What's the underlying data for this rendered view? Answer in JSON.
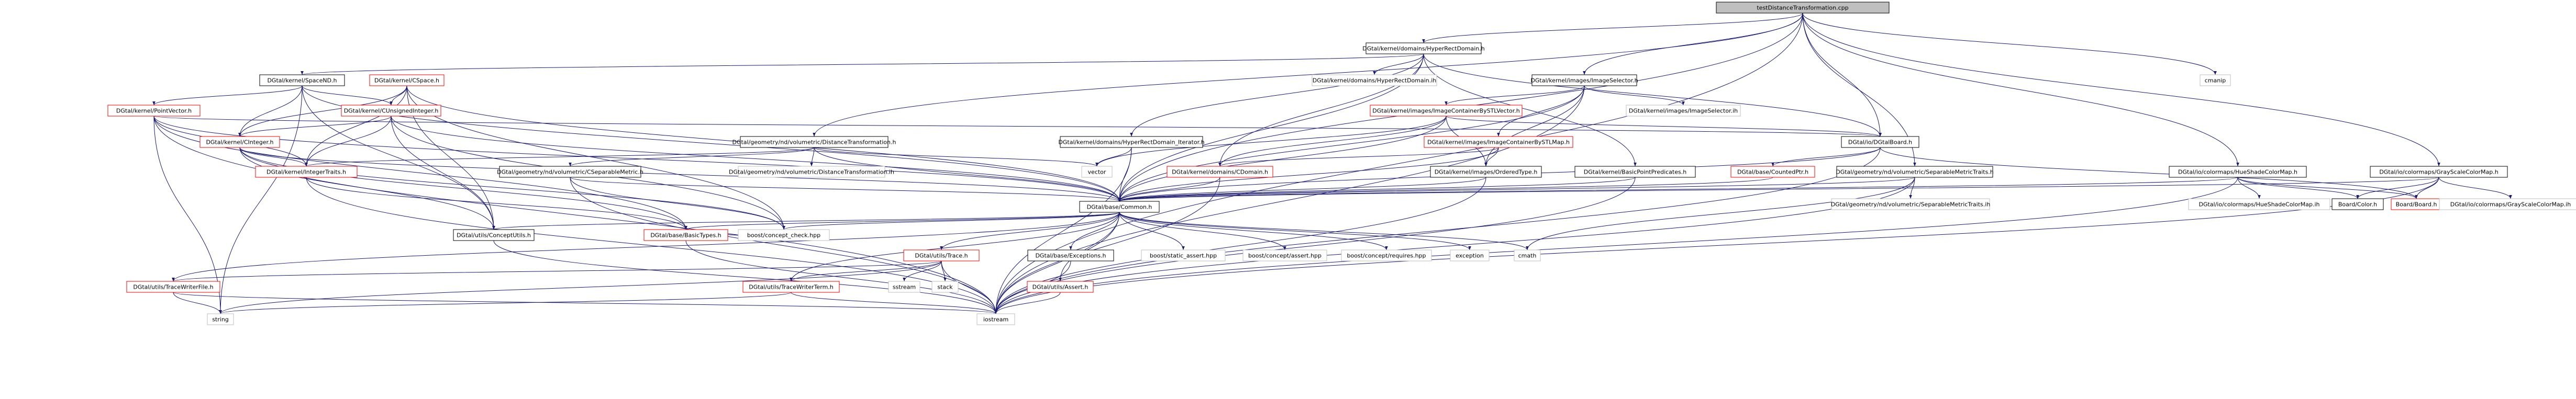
{
  "title": "testDistanceTransformation.cpp",
  "colors": {
    "edge": "#191970",
    "root_fill": "#bfbfbf",
    "documented_stroke": "#000000",
    "undocumented_stroke": "#ff0000",
    "external_stroke": "#bfbfbf",
    "node_fill": "#ffffff"
  },
  "nodes": {
    "root": "testDistanceTransformation.cpp",
    "hyperrectdomain": "DGtal/kernel/domains/HyperRectDomain.h",
    "spaceND": "DGtal/kernel/SpaceND.h",
    "cspace": "DGtal/kernel/CSpace.h",
    "hrd_h": "DGtal/kernel/domains/HyperRectDomain.ih",
    "imageselector": "DGtal/kernel/images/ImageSelector.h",
    "cmanip": "cmanip",
    "pointvector": "DGtal/kernel/PointVector.h",
    "cunsigned": "DGtal/kernel/CUnsignedInteger.h",
    "imgcontainer": "DGtal/kernel/images/ImageContainerBySTLVector.h",
    "imgselector_ih": "DGtal/kernel/images/ImageSelector.ih",
    "cinteger": "DGtal/kernel/CInteger.h",
    "distancetrans": "DGtal/geometry/nd/volumetric/DistanceTransformation.h",
    "hrd_iterator": "DGtal/kernel/domains/HyperRectDomain_Iterator.h",
    "imgcontainer_map": "DGtal/kernel/images/ImageContainerBySTLMap.h",
    "dgtalboard": "DGtal/io/DGtalBoard.h",
    "integertraits": "DGtal/kernel/IntegerTraits.h",
    "cseparablemetric": "DGtal/geometry/nd/volumetric/CSeparableMetric.h",
    "distancetrans_ih": "DGtal/geometry/nd/volumetric/DistanceTransformation.ih",
    "cdomain": "DGtal/kernel/domains/CDomain.h",
    "ordervtype": "DGtal/kernel/images/OrderedType.h",
    "basicpointpredicates": "DGtal/kernel/BasicPointPredicates.h",
    "countedptr": "DGtal/base/CountedPtr.h",
    "separablemetrictraits": "DGtal/geometry/nd/volumetric/SeparableMetricTraits.h",
    "hueshade": "DGtal/io/colormaps/HueShadeColorMap.h",
    "grayscale": "DGtal/io/colormaps/GrayScaleColorMap.h",
    "vector": "vector",
    "common": "DGtal/base/Common.h",
    "separablemetrictraits_ih": "DGtal/geometry/nd/volumetric/SeparableMetricTraits.ih",
    "hueshade_ih": "DGtal/io/colormaps/HueShadeColorMap.ih",
    "color": "Board/Color.h",
    "board": "Board/Board.h",
    "grayscale_ih": "DGtal/io/colormaps/GrayScaleColorMap.ih",
    "conceptutils": "DGtal/utils/ConceptUtils.h",
    "basictypes": "DGtal/base/BasicTypes.h",
    "conceptcheck": "boost/concept_check.hpp",
    "trace": "DGtal/utils/Trace.h",
    "exceptions": "DGtal/base/Exceptions.h",
    "staticassert": "boost/static_assert.hpp",
    "conceptassert": "boost/concept/assert.hpp",
    "conceptrequires": "boost/concept/requires.hpp",
    "exception": "exception",
    "cmath": "cmath",
    "tracewriterfile": "DGtal/utils/TraceWriterFile.h",
    "tracewriterterm": "DGtal/utils/TraceWriterTerm.h",
    "assert": "DGtal/utils/Assert.h",
    "sstream": "sstream",
    "stack": "stack",
    "string": "string",
    "iostream": "iostream"
  }
}
